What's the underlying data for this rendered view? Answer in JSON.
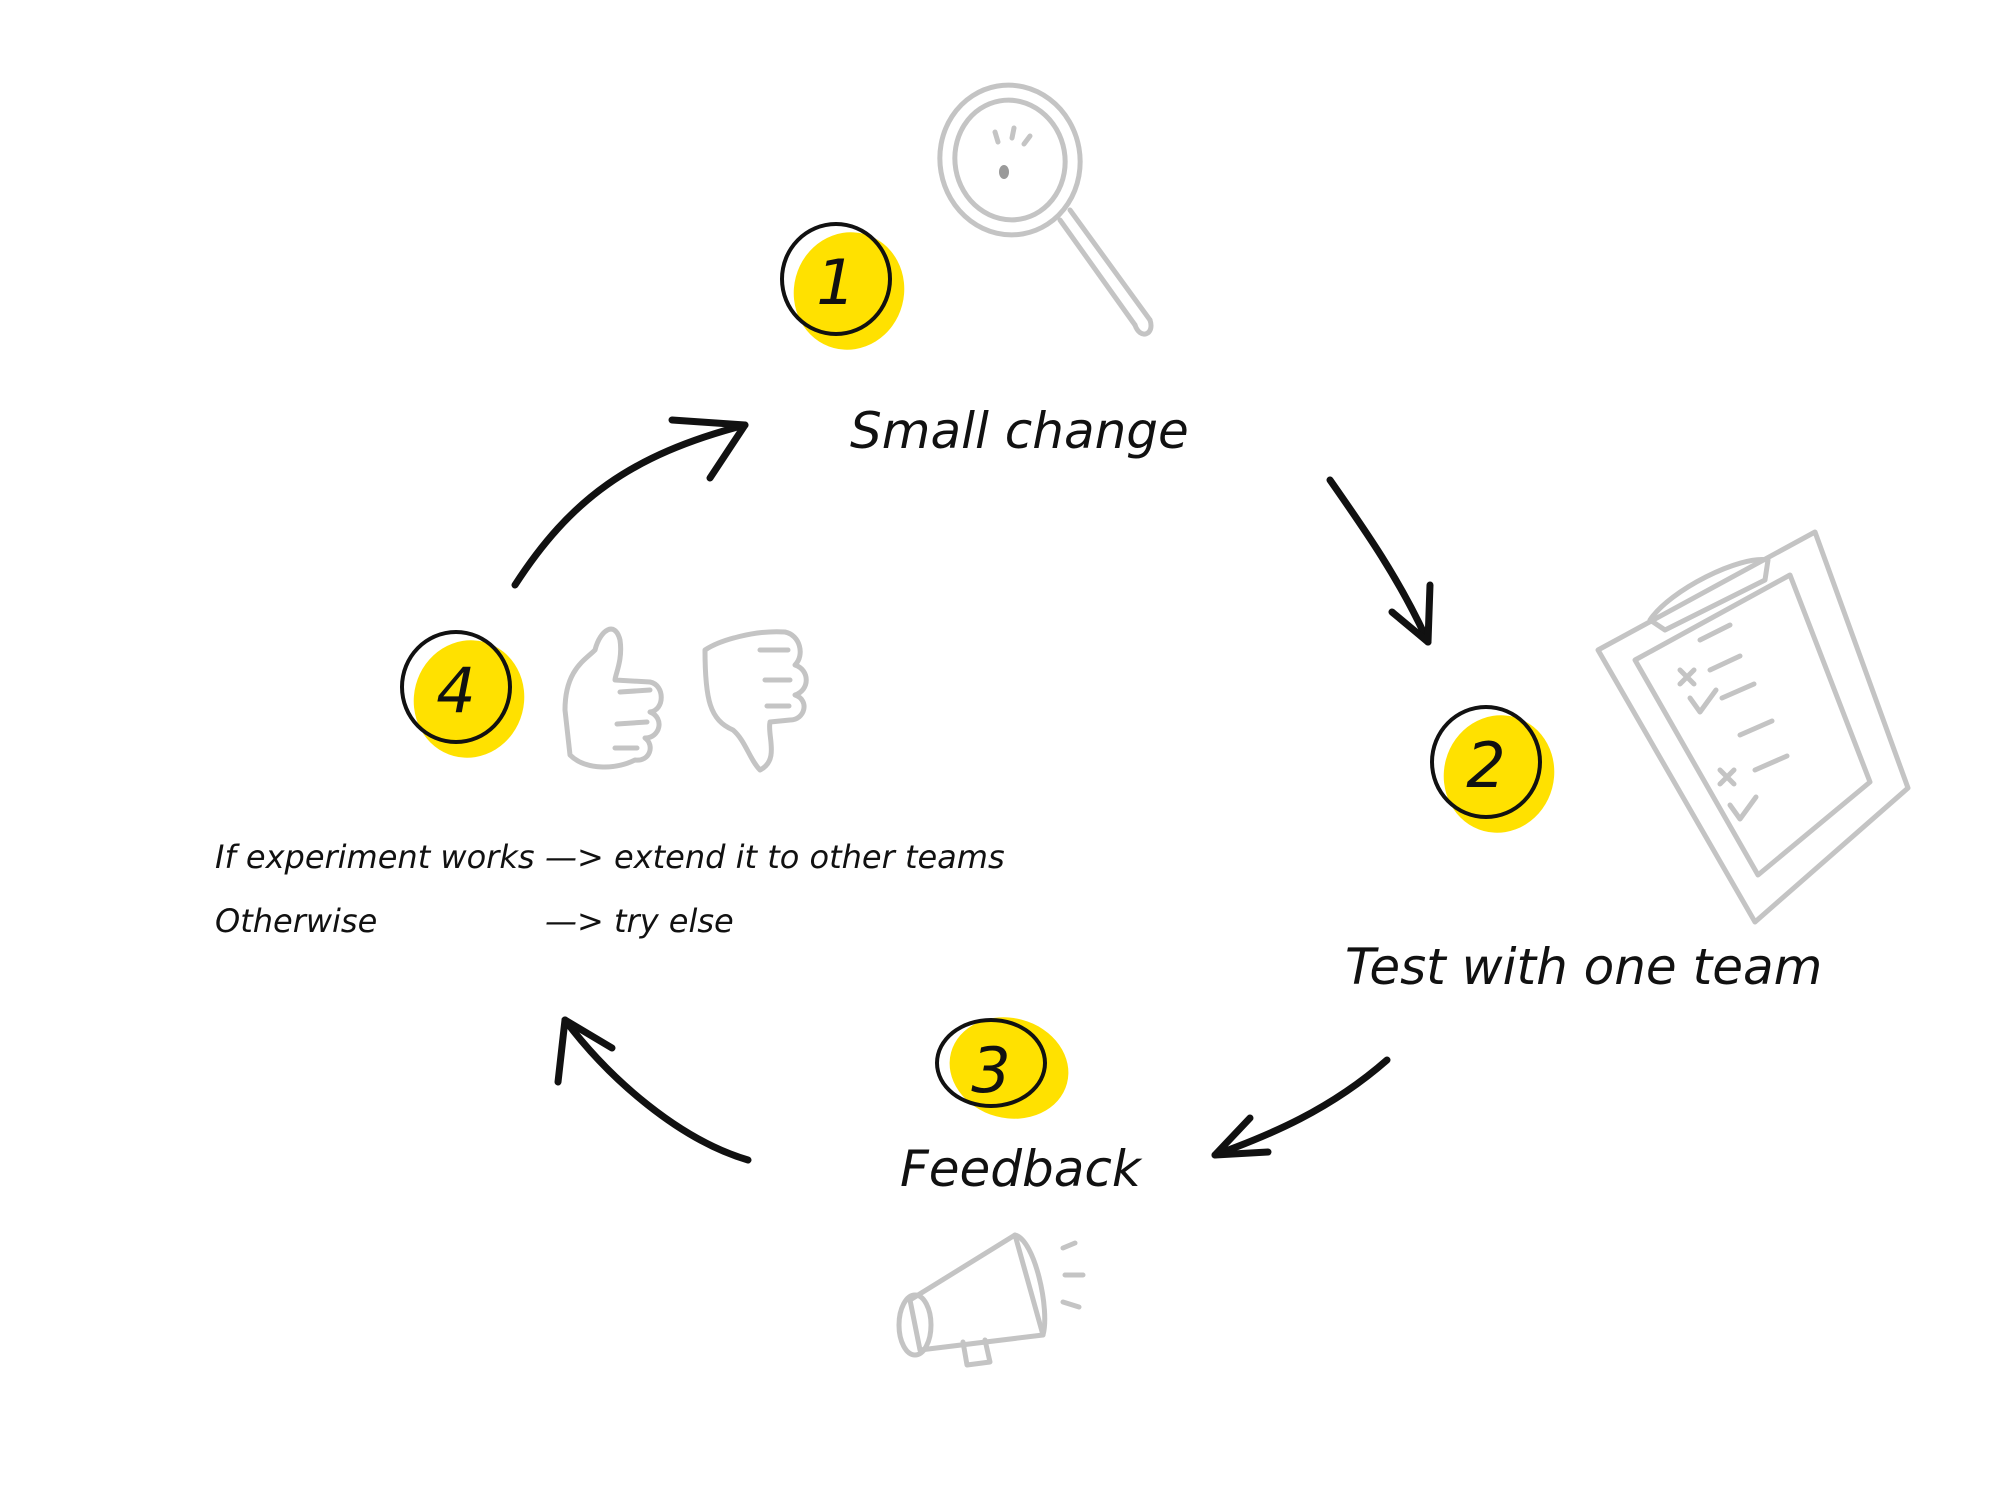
{
  "colors": {
    "accent": "#ffe100",
    "ink": "#111111",
    "sketch": "#c4c4c4"
  },
  "steps": [
    {
      "number": "1",
      "label": "Small change",
      "icon": "magnifier-icon"
    },
    {
      "number": "2",
      "label": "Test with one team",
      "icon": "clipboard-checklist-icon"
    },
    {
      "number": "3",
      "label": "Feedback",
      "icon": "megaphone-icon"
    },
    {
      "number": "4",
      "label": "",
      "icon": "thumbs-up-down-icon"
    }
  ],
  "note": {
    "line1_left": "If experiment works",
    "line1_right": "—> extend it to other teams",
    "line2_left": "Otherwise",
    "line2_right": "—> try else"
  }
}
